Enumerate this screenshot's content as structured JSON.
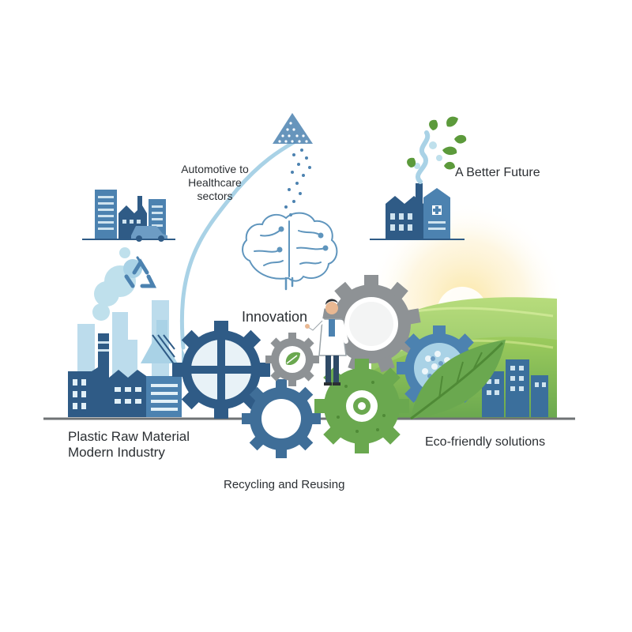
{
  "labels": {
    "automotive": "Automotive to Healthcare sectors",
    "better_future": "A Better Future",
    "innovation": "Innovation",
    "plastic_line1": "Plastic Raw Material",
    "plastic_line2": "Modern Industry",
    "eco": "Eco-friendly solutions",
    "recycling": "Recycling and Reusing"
  },
  "colors": {
    "navy": "#2f5b86",
    "steel": "#4c82b0",
    "light_blue": "#a9d2e6",
    "gray": "#8e9295",
    "green": "#6aa84f",
    "sun": "#f6dc8a"
  }
}
